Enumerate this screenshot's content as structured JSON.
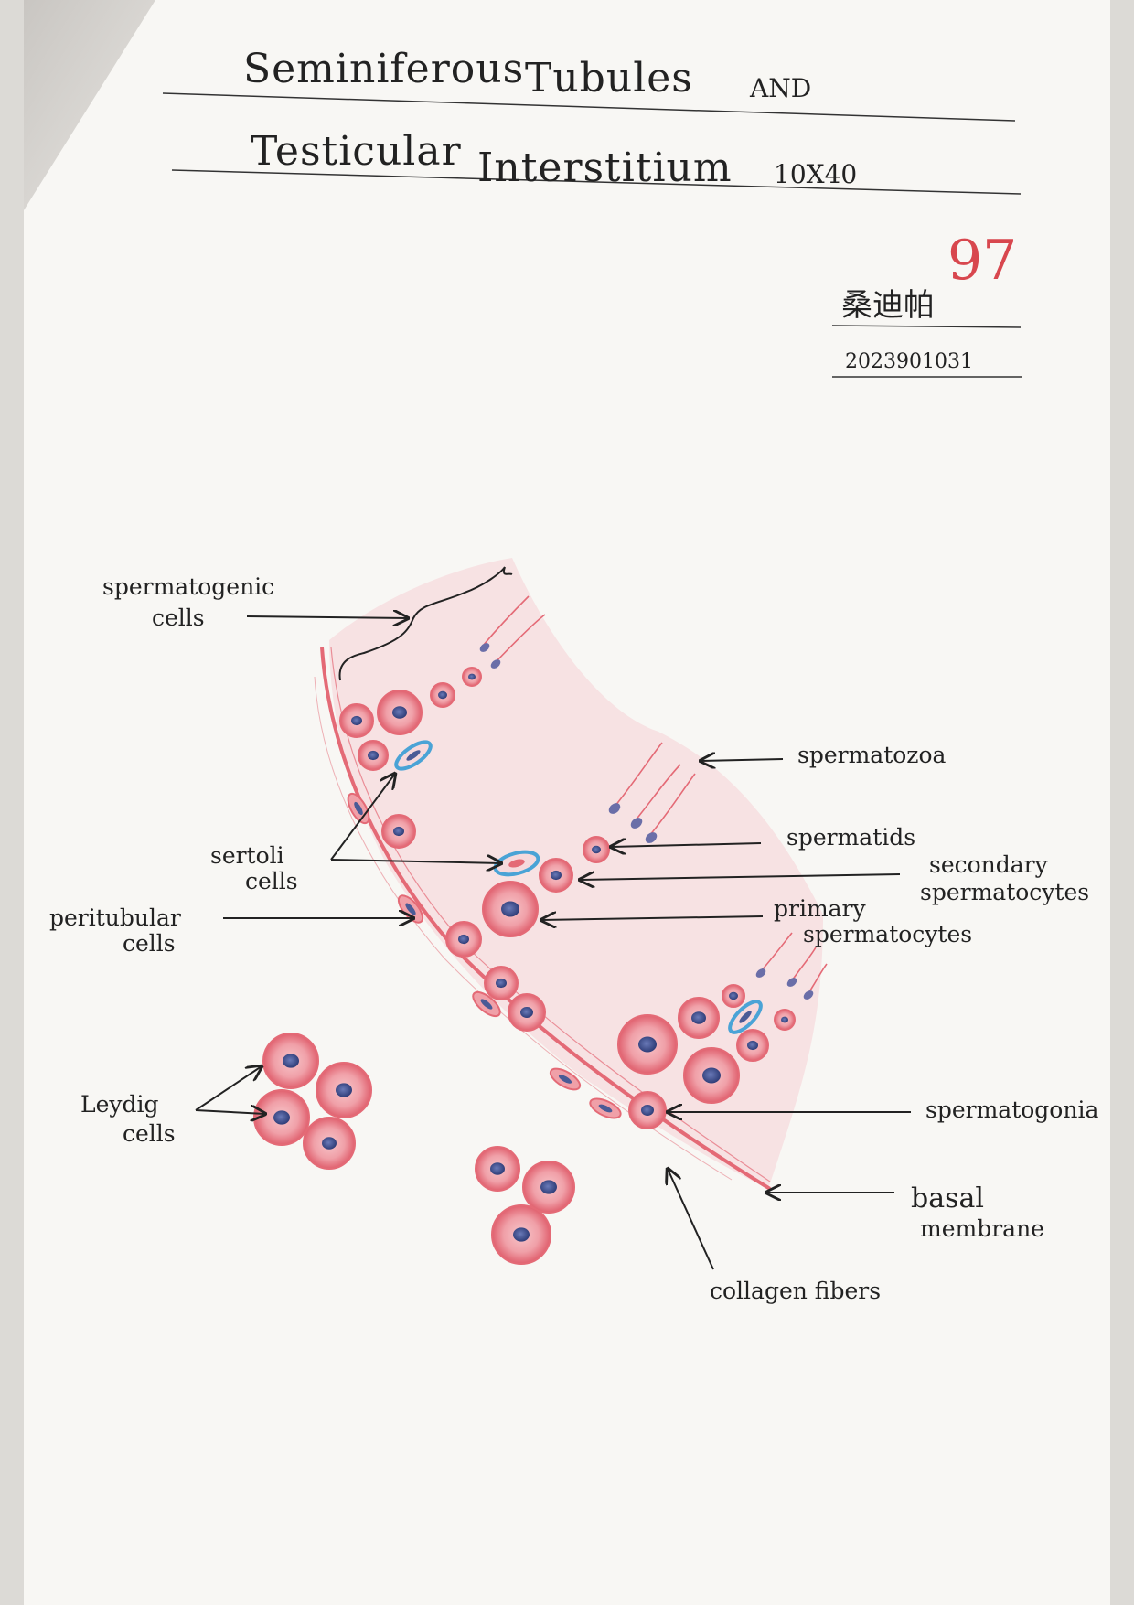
{
  "title": {
    "line1_words": [
      "Seminiferous",
      "Tubules",
      "AND"
    ],
    "line2_words": [
      "Testicular",
      "Interstitium",
      "10X40"
    ]
  },
  "student": {
    "score": "97",
    "name": "桑迪帕",
    "id": "2023901031"
  },
  "labels": {
    "spermatogenic": [
      "spermatogenic",
      "cells"
    ],
    "sertoli": [
      "sertoli",
      "cells"
    ],
    "peritubular": [
      "peritubular",
      "cells"
    ],
    "leydig": [
      "Leydig",
      "cells"
    ],
    "spermatozoa": "spermatozoa",
    "spermatids": "spermatids",
    "secondary": [
      "secondary",
      "spermatocytes"
    ],
    "primary": [
      "primary",
      "spermatocytes"
    ],
    "spermatogonia": "spermatogonia",
    "basal": [
      "basal",
      "membrane"
    ],
    "collagen": "collagen fibers"
  },
  "colors": {
    "paper": "#f7f6f3",
    "ink": "#222222",
    "cell_pink": "#e46a76",
    "cell_fill": "#f1a7ae",
    "nucleus_blue": "#4a5b96",
    "sertoli_blue": "#4aa3d6",
    "score_red": "#d8474e"
  }
}
